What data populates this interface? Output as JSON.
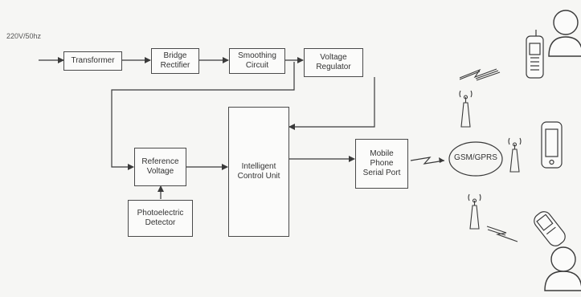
{
  "input_label": "220V/50hz",
  "blocks": {
    "transformer": "Transformer",
    "bridge_rectifier": "Bridge\nRectifier",
    "smoothing_circuit": "Smoothing\nCircuit",
    "voltage_regulator": "Voltage\nRegulator",
    "reference_voltage": "Reference\nVoltage",
    "photoelectric_detector": "Photoelectric\nDetector",
    "intelligent_control_unit": "Intelligent\nControl Unit",
    "mobile_phone_serial_port": "Mobile\nPhone\nSerial Port"
  },
  "network_label": "GSM/GPRS",
  "icons": {
    "antenna": "antenna-tower-icon",
    "phone": "mobile-phone-icon",
    "person": "person-icon",
    "signal": "lightning-signal-icon"
  },
  "colors": {
    "line": "#3a3a3a",
    "box_border": "#4a4a4a",
    "background": "#f6f6f4"
  }
}
